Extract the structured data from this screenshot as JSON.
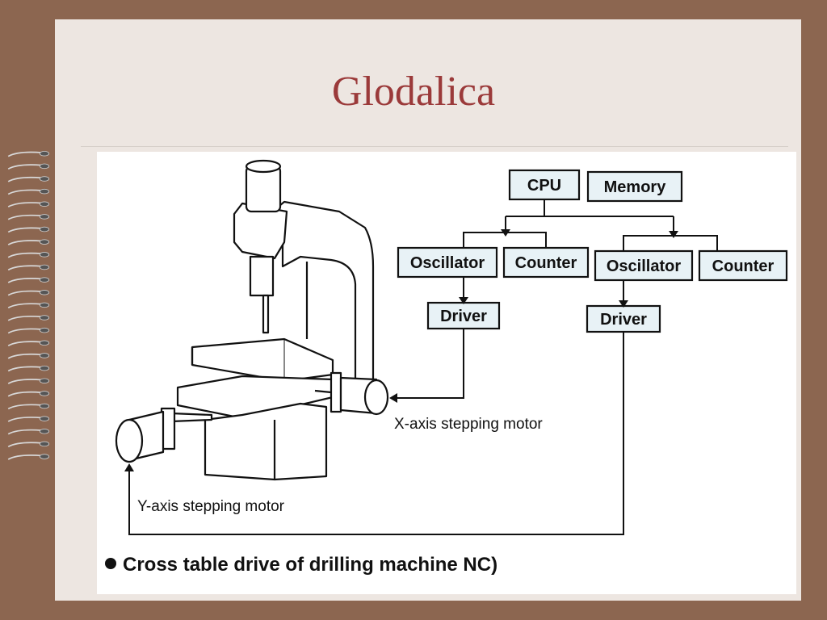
{
  "slide": {
    "title": "Glodalica"
  },
  "diagram": {
    "blocks": {
      "cpu": "CPU",
      "memory": "Memory",
      "oscillator_left": "Oscillator",
      "counter_left": "Counter",
      "oscillator_right": "Oscillator",
      "counter_right": "Counter",
      "driver_left": "Driver",
      "driver_right": "Driver"
    },
    "labels": {
      "x_motor": "X-axis stepping motor",
      "y_motor": "Y-axis stepping motor"
    },
    "caption": "Cross table drive of drilling machine NC)"
  },
  "colors": {
    "background_frame": "#8c6650",
    "slide_background": "#ede6e1",
    "title_color": "#9b3a3a",
    "box_fill": "#e8f2f6"
  }
}
